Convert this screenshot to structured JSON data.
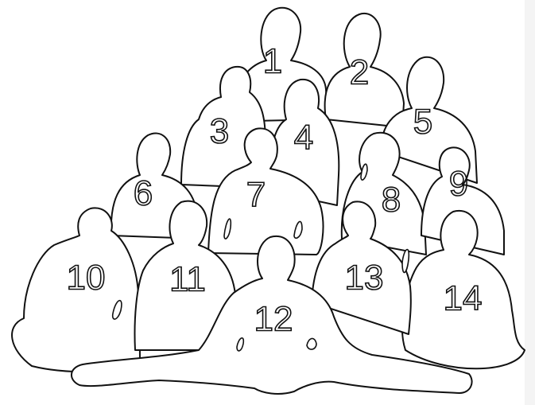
{
  "figures": [
    {
      "id": "figure-1",
      "label": "1"
    },
    {
      "id": "figure-2",
      "label": "2"
    },
    {
      "id": "figure-3",
      "label": "3"
    },
    {
      "id": "figure-4",
      "label": "4"
    },
    {
      "id": "figure-5",
      "label": "5"
    },
    {
      "id": "figure-6",
      "label": "6"
    },
    {
      "id": "figure-7",
      "label": "7"
    },
    {
      "id": "figure-8",
      "label": "8"
    },
    {
      "id": "figure-9",
      "label": "9"
    },
    {
      "id": "figure-10",
      "label": "10"
    },
    {
      "id": "figure-11",
      "label": "11"
    },
    {
      "id": "figure-12",
      "label": "12"
    },
    {
      "id": "figure-13",
      "label": "13"
    },
    {
      "id": "figure-14",
      "label": "14"
    }
  ]
}
